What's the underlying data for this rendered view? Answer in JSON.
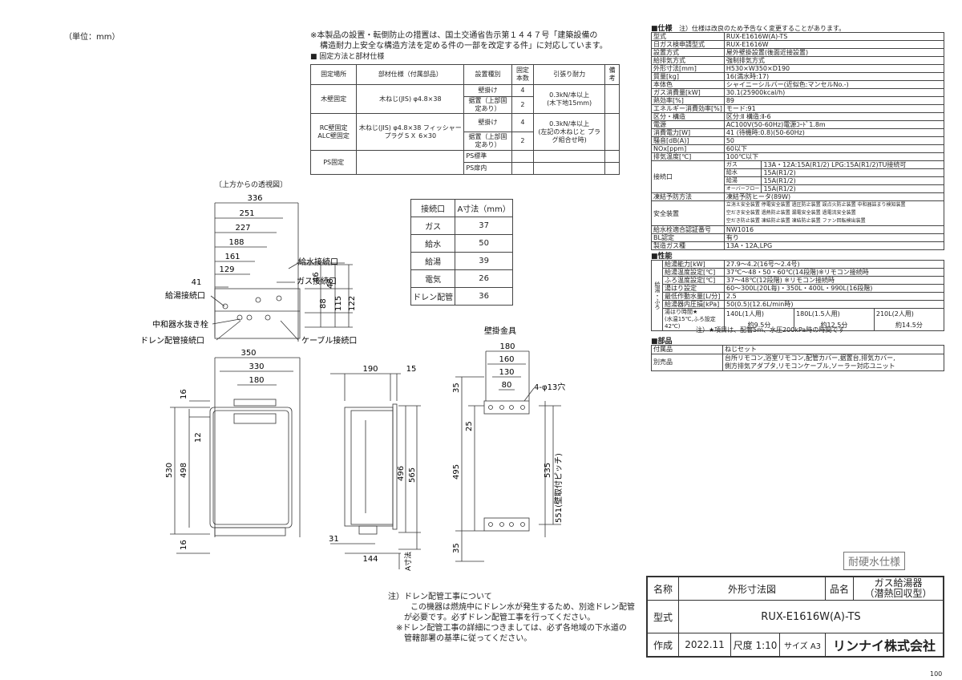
{
  "units_label": "（単位：mm）",
  "notice_lines": [
    "※本製品の設置・転倒防止の措置は、国土交通省告示第１４４７号「建築設備の",
    "構造耐力上安全な構造方法を定める件の一部を改定する件」に対応しています。"
  ],
  "install_title": "■ 固定方法と部材仕様",
  "install_headers": [
    "固定場所",
    "部材仕様（付属部品）",
    "設置種別",
    "固定本数",
    "引張り耐力",
    "備考"
  ],
  "install_rows": [
    [
      "木壁固定",
      "木ねじ(JIS) φ4.8×38",
      "壁掛け",
      "4",
      "0.3kN/本以上",
      ""
    ],
    [
      "",
      "",
      "据置（上部固定あり）",
      "2",
      "(木下地15mm)",
      ""
    ],
    [
      "RC壁固定 ALC壁固定",
      "木ねじ(JIS) φ4.8×38 フィッシャープラグＳＸ 6×30",
      "壁掛け",
      "4",
      "0.3kN/本以上",
      ""
    ],
    [
      "",
      "",
      "据置（上部固定あり）",
      "2",
      "(左記の木ねじと プラグ組合せ時)",
      ""
    ],
    [
      "PS固定",
      "",
      "PS標準",
      "",
      "",
      ""
    ],
    [
      "",
      "",
      "PS扉内",
      "",
      "",
      ""
    ]
  ],
  "top_view_label": "〔上方からの透視図〕",
  "conn_table": {
    "headers": [
      "接続口",
      "A寸法（mm）"
    ],
    "rows": [
      [
        "ガス",
        "37"
      ],
      [
        "給水",
        "50"
      ],
      [
        "給湯",
        "39"
      ],
      [
        "電気",
        "26"
      ],
      [
        "ドレン配管",
        "36"
      ]
    ]
  },
  "drawing_labels": {
    "water_in": "給水接続口",
    "gas_in": "ガス接続口",
    "hot_out": "給湯接続口",
    "neutral": "中和器水抜き栓",
    "drain": "ドレン配管接続口",
    "cable": "ケーブル接続口",
    "bracket": "壁掛金具",
    "holes": "4-φ13穴",
    "a_dim": "A寸法",
    "pitch": "551(壁取付ピッチ)"
  },
  "dims_top": [
    "336",
    "251",
    "227",
    "188",
    "161",
    "129",
    "41"
  ],
  "dims_side": [
    "46",
    "48",
    "88",
    "115",
    "122"
  ],
  "dims_front": [
    "350",
    "330",
    "180",
    "16",
    "12",
    "530",
    "498",
    "16"
  ],
  "dims_profile": [
    "190",
    "15",
    "496",
    "565",
    "31",
    "144"
  ],
  "dims_bracket": [
    "180",
    "160",
    "130",
    "80",
    "35",
    "25",
    "495",
    "535",
    "35"
  ],
  "drain_notes": [
    "注）ドレン配管工事について",
    "この機器は燃焼中にドレン水が発生するため、別途ドレン配管",
    "が必要です。必ずドレン配管工事を行ってください。",
    "※ドレン配管工事の詳細につきましては、必ず各地域の下水道の",
    "管轄部署の基準に従ってください。"
  ],
  "spec_title": "■仕様",
  "spec_note": "注）仕様は改良のため予告なく変更することがあります。",
  "spec_rows": [
    [
      "型式",
      "RUX-E1616W(A)-TS"
    ],
    [
      "日ガス検申請型式",
      "RUX-E1616W"
    ],
    [
      "設置方式",
      "屋外壁掛設置(後面近接設置)"
    ],
    [
      "給排気方式",
      "強制排気方式"
    ],
    [
      "外形寸法[mm]",
      "H530×W350×D190"
    ],
    [
      "質量[kg]",
      "16(満水時:17)"
    ],
    [
      "本体色",
      "シャイニーシルバー(近似色:マンセルNo.-)"
    ],
    [
      "ガス消費量[kW]",
      "30.1(25900kcal/h)"
    ],
    [
      "熱効率[%]",
      "89"
    ],
    [
      "エネルギー消費効率[%]",
      "モード:91"
    ],
    [
      "区分・構造",
      "区分:Ⅱ 構造:Ⅱ-6"
    ],
    [
      "電源",
      "AC100V(50-60Hz)電源ｺｰﾄﾞ1.8m"
    ],
    [
      "消費電力[W]",
      "41 (待機時:0.8)(50-60Hz)"
    ],
    [
      "騒音[dB(A)]",
      "50"
    ],
    [
      "NOx[ppm]",
      "60以下"
    ],
    [
      "排気温度[℃]",
      "100℃以下"
    ]
  ],
  "conn_rows": [
    [
      "ガス",
      "13A・12A:15A(R1/2) LPG:15A(R1/2)TU接続可"
    ],
    [
      "給水",
      "15A(R1/2)"
    ],
    [
      "給湯",
      "15A(R1/2)"
    ],
    [
      "オーバーフロー",
      "15A(R1/2)"
    ]
  ],
  "conn_label": "接続口",
  "spec_rows2": [
    [
      "凍結予防方法",
      "凍結予防ヒータ(89W)"
    ]
  ],
  "safety_label": "安全装置",
  "safety_lines": [
    "立消え安全装置 停電安全装置 過圧防止装置 誤点火防止装置 中和器詰まり検知装置",
    "空だき安全装置 過熱防止装置 漏電安全装置 過電流安全装置",
    "空だき防止装置 凍結防止装置 凍結防止装置 ファン回転検出装置"
  ],
  "spec_rows3": [
    [
      "給水栓適合認証番号",
      "NW1016"
    ],
    [
      "BL認定",
      "有り"
    ],
    [
      "製造ガス種",
      "13A・12A,LPG"
    ]
  ],
  "perf_title": "■性能",
  "perf_side": "給湯・ふろ",
  "perf_rows": [
    [
      "給湯能力[kW]",
      "27.9～4.2(16号～2.4号)"
    ],
    [
      "給湯温度設定[℃]",
      "37℃～48・50・60℃(14段階)※リモコン接続時"
    ],
    [
      "ふろ温度設定[℃]",
      "37～48℃(12段階) ※リモコン接続時"
    ],
    [
      "湯はり設定",
      "60～300L(20L毎)・350L・400L・990L(16段階)"
    ],
    [
      "最低作動水量[L/分]",
      "2.5"
    ],
    [
      "給湯器内圧損[kPa]",
      "50(0.5)(12.6L/min時)"
    ]
  ],
  "fill_label": "湯はり時間★",
  "fill_label2": "(水温15℃,ふろ設定42℃)",
  "fill_values": [
    "140L(1人用)",
    "180L(1.5人用)",
    "210L(2人用)"
  ],
  "fill_times": [
    "約9.5分",
    "約12.5分",
    "約14.5分"
  ],
  "perf_note": "注）★項目は、配管5m、水圧200kPa時の時間です",
  "parts_title": "■部品",
  "parts_rows": [
    [
      "付属品",
      "ねじセット"
    ],
    [
      "別売品",
      "台所リモコン,浴室リモコン,配管カバー,据置台,排気カバー,"
    ],
    [
      "",
      "側方排気アダプタ,リモコンケーブル,ソーラー対応ユニット"
    ]
  ],
  "stamp": "耐硬水仕様",
  "title_block": {
    "name_label": "名称",
    "name_value": "外形寸法図",
    "item_label": "品名",
    "item_value_1": "ガス給湯器",
    "item_value_2": "（潜熱回収型）",
    "model_label": "型式",
    "model_value": "RUX-E1616W(A)-TS",
    "made_label": "作成",
    "made_value": "2022.11",
    "scale_label": "尺度",
    "scale_value": "1:10",
    "size_label": "サイズ",
    "size_value": "A3",
    "company": "リンナイ株式会社"
  },
  "sheet_code": "100"
}
